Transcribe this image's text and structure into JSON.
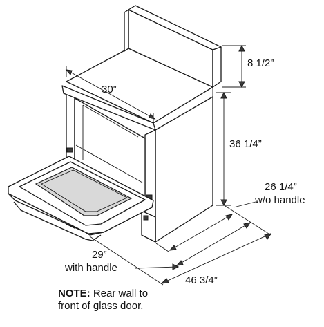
{
  "dimensions": {
    "width": "30”",
    "backguard_height": "8 1/2”",
    "height": "36 1/4”",
    "depth_no_handle_value": "26 1/4”",
    "depth_no_handle_note": "w/o handle",
    "depth_with_handle_value": "29”",
    "depth_with_handle_note": "with handle",
    "depth_door_open": "46 3/4”"
  },
  "note": {
    "label": "NOTE:",
    "line1": " Rear wall to",
    "line2": "front of glass door."
  }
}
